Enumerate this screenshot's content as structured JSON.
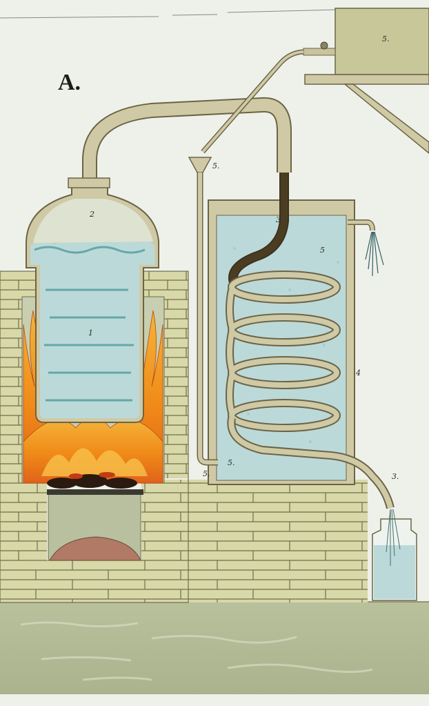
{
  "plate": {
    "letter": "A.",
    "labels": {
      "boiler_liquid": "1",
      "boiler_vapour": "2",
      "still_head": "3",
      "condenser_tub": "4",
      "tub_water": "5",
      "funnel": "5.",
      "reservoir": "5.",
      "feed_pipe_lower": "5.",
      "coil_bottom": "5.",
      "outlet": "3."
    }
  },
  "colors": {
    "paper": "#eef0ea",
    "brick": "#d8d8a8",
    "mortar": "#6e6e4e",
    "water": "#bcd9d9",
    "tube": "#cfc9a6",
    "tube_edge": "#6b6444",
    "flame": "#f0a020",
    "ground": "#b8bf9c",
    "ash_pit": "#b8c0a0"
  }
}
